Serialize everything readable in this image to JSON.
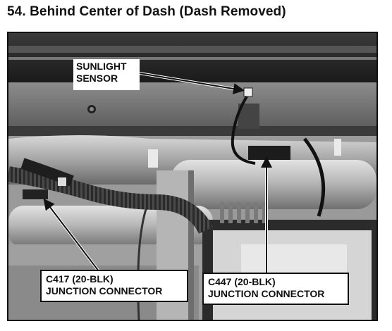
{
  "page": {
    "title": "54. Behind Center of Dash (Dash Removed)"
  },
  "callouts": {
    "sunlight_sensor": {
      "line1": "SUNLIGHT",
      "line2": "SENSOR"
    },
    "c417": {
      "line1": "C417 (20-BLK)",
      "line2": "JUNCTION CONNECTOR"
    },
    "c447": {
      "line1": "C447 (20-BLK)",
      "line2": "JUNCTION CONNECTOR"
    }
  },
  "photo": {
    "style": "black-and-white halftone photograph"
  }
}
